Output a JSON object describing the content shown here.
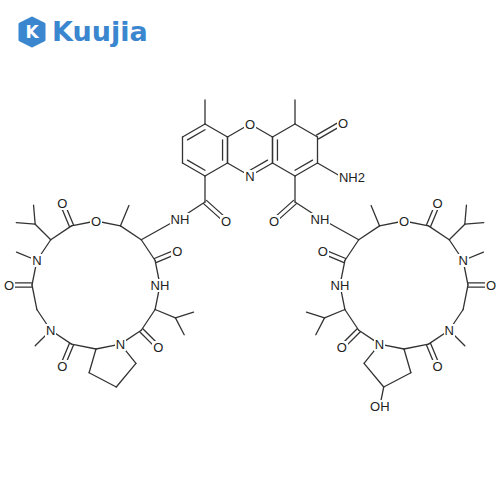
{
  "diagram": {
    "labels": [
      "K",
      "Kuujia",
      "O",
      "N",
      "O",
      "NH2",
      "O",
      "NH",
      "O",
      "NH",
      "O",
      "O",
      "N",
      "O",
      "N",
      "O",
      "N",
      "O",
      "NH",
      "O",
      "O",
      "O",
      "N",
      "O",
      "N",
      "O",
      "N",
      "O",
      "NH",
      "O",
      "OH"
    ]
  }
}
